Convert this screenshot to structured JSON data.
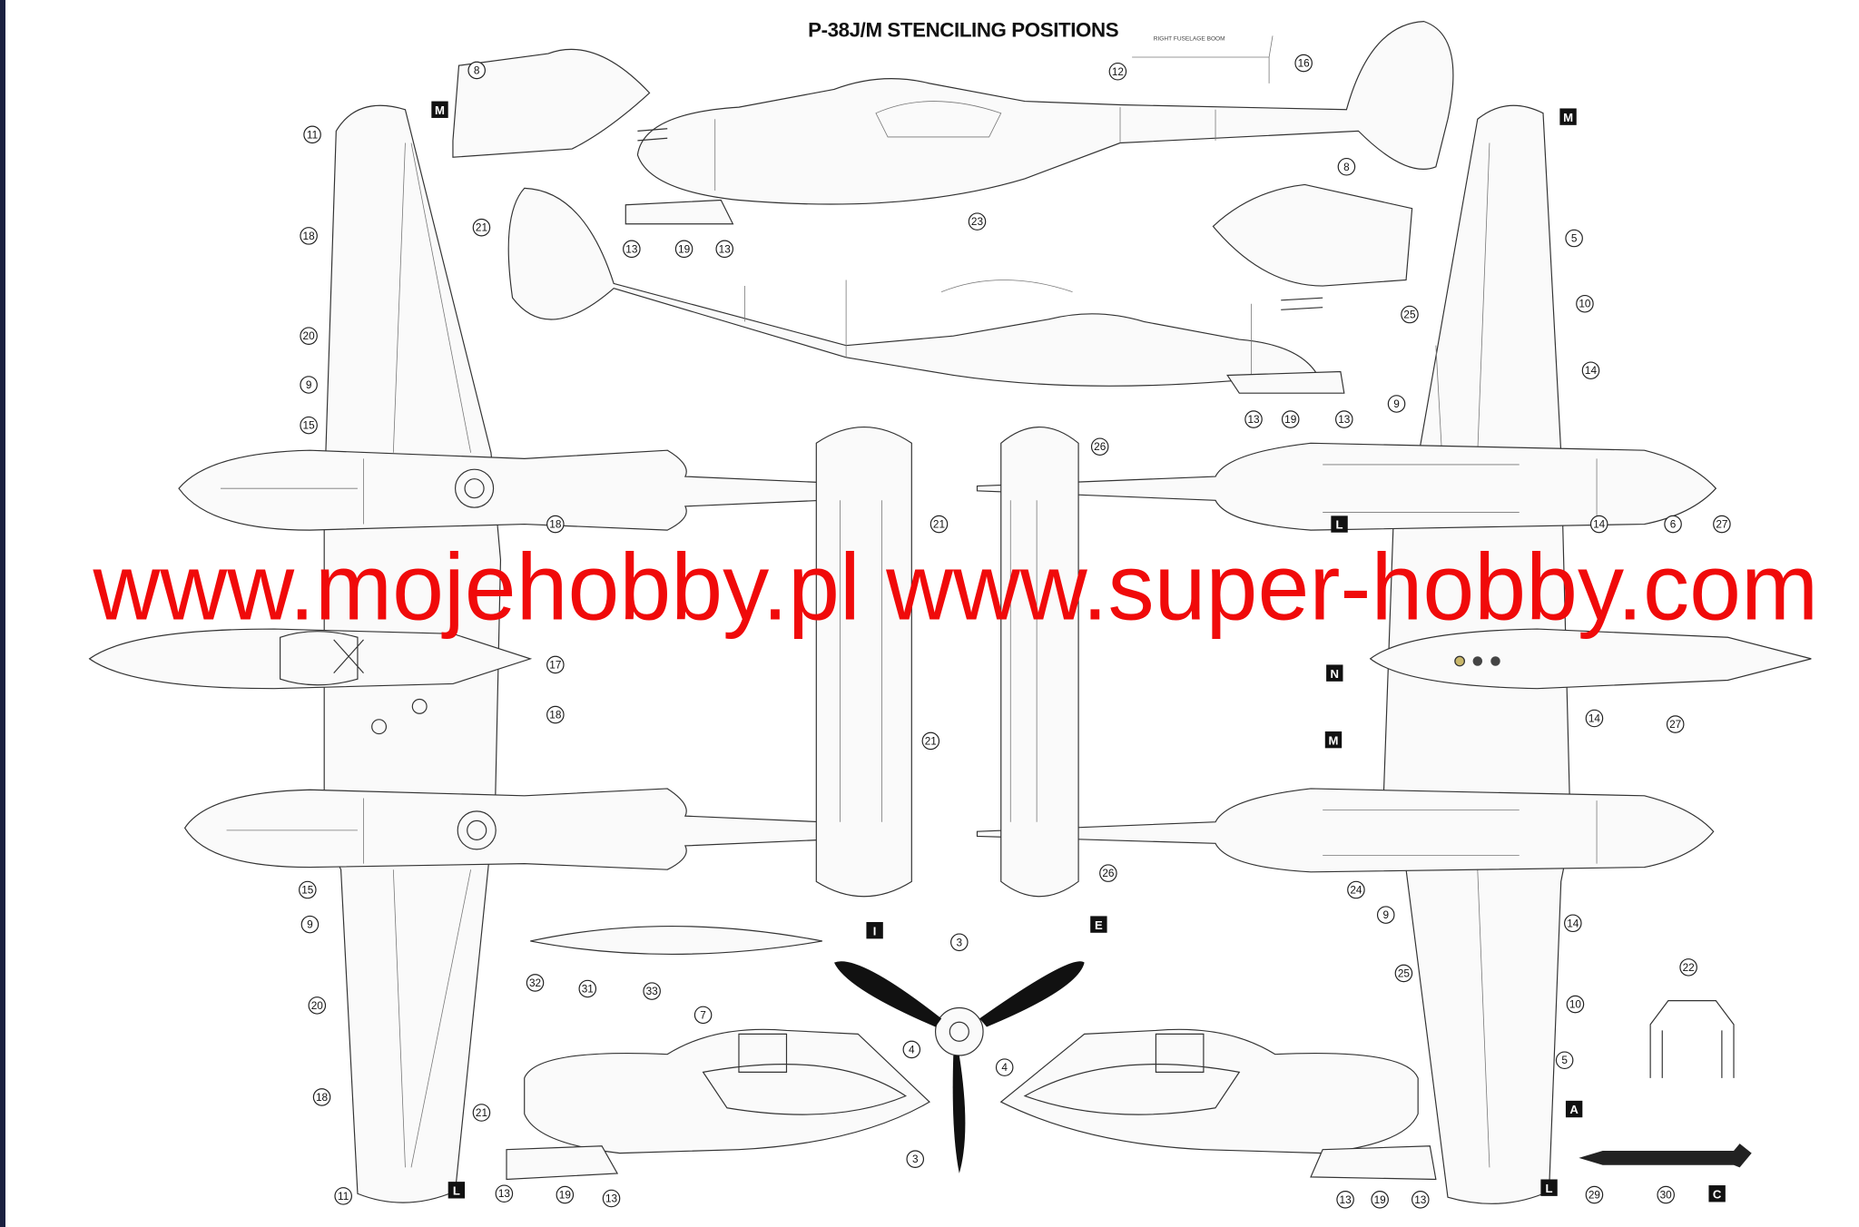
{
  "title": "P-38J/M STENCILING POSITIONS",
  "boom_note": "RIGHT FUSELAGE BOOM",
  "watermark": "www.mojehobby.pl www.super-hobby.com",
  "colors": {
    "watermark": "#f00a0a",
    "stencil": "#b0306a",
    "line": "#333333"
  },
  "callouts": [
    "8",
    "11",
    "18",
    "21",
    "20",
    "9",
    "15",
    "12",
    "16",
    "23",
    "13",
    "19",
    "13",
    "8",
    "5",
    "25",
    "10",
    "14",
    "9",
    "13",
    "19",
    "13",
    "26",
    "17",
    "18",
    "18",
    "21",
    "21",
    "14",
    "6",
    "27",
    "14",
    "27",
    "26",
    "24",
    "15",
    "9",
    "14",
    "9",
    "22",
    "25",
    "10",
    "5",
    "32",
    "31",
    "33",
    "3",
    "7",
    "4",
    "4",
    "3",
    "20",
    "18",
    "21",
    "11",
    "13",
    "19",
    "13",
    "13",
    "19",
    "13",
    "29",
    "30"
  ],
  "letter_markers": [
    "M",
    "M",
    "L",
    "L",
    "I",
    "E",
    "L",
    "N",
    "M",
    "A",
    "C"
  ]
}
